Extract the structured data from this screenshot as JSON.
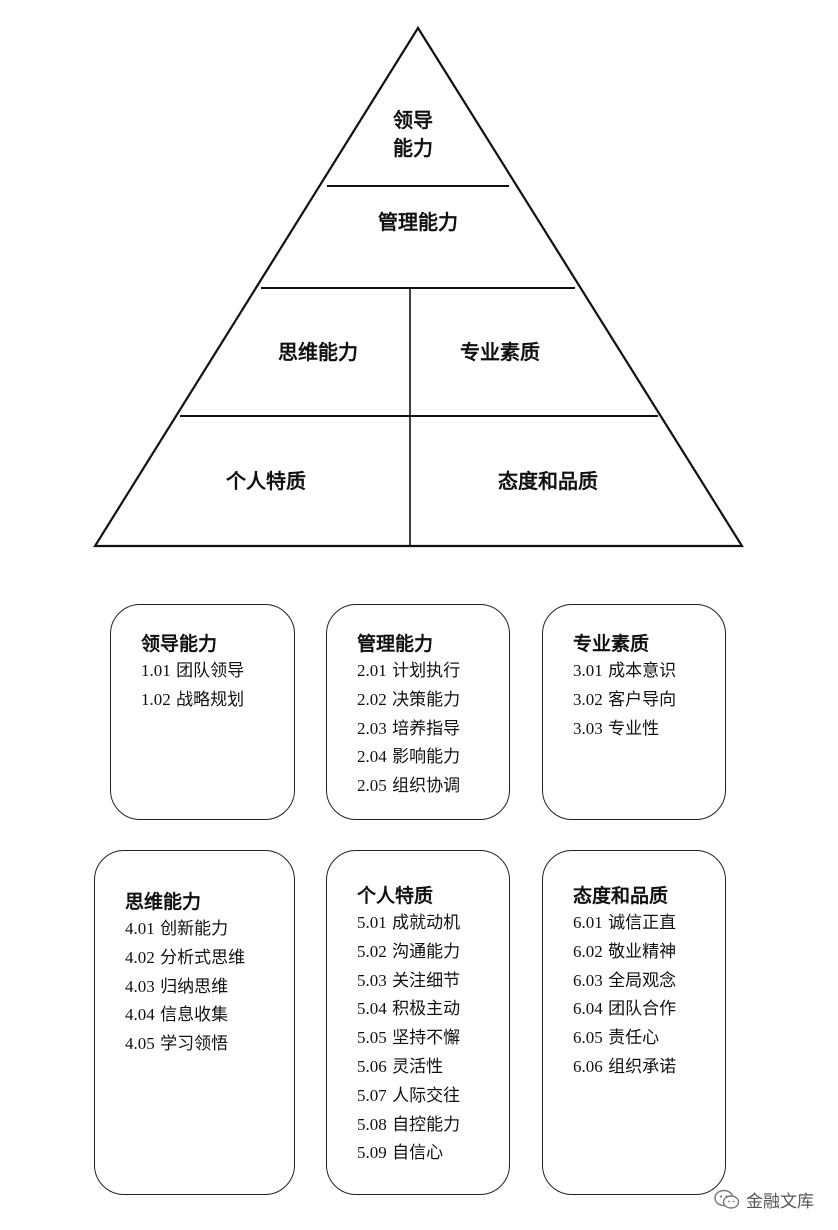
{
  "pyramid": {
    "top": [
      "领导",
      "能力"
    ],
    "level2": "管理能力",
    "level3_left": "思维能力",
    "level3_right": "专业素质",
    "level4_left": "个人特质",
    "level4_right": "态度和品质"
  },
  "cards": [
    {
      "title": "领导能力",
      "items": [
        {
          "code": "1.01",
          "text": "团队领导"
        },
        {
          "code": "1.02",
          "text": "战略规划"
        }
      ]
    },
    {
      "title": "管理能力",
      "items": [
        {
          "code": "2.01",
          "text": "计划执行"
        },
        {
          "code": "2.02",
          "text": "决策能力"
        },
        {
          "code": "2.03",
          "text": "培养指导"
        },
        {
          "code": "2.04",
          "text": " 影响能力"
        },
        {
          "code": "2.05",
          "text": "组织协调"
        }
      ]
    },
    {
      "title": "专业素质",
      "items": [
        {
          "code": "3.01",
          "text": "成本意识"
        },
        {
          "code": "3.02",
          "text": "客户导向"
        },
        {
          "code": "3.03",
          "text": "专业性"
        }
      ]
    },
    {
      "title": "思维能力",
      "items": [
        {
          "code": "4.01",
          "text": "创新能力"
        },
        {
          "code": "4.02",
          "text": "分析式思维"
        },
        {
          "code": "4.03",
          "text": "归纳思维"
        },
        {
          "code": "4.04",
          "text": "信息收集"
        },
        {
          "code": "4.05",
          "text": "学习领悟"
        }
      ]
    },
    {
      "title": "个人特质",
      "items": [
        {
          "code": "5.01",
          "text": "成就动机"
        },
        {
          "code": "5.02",
          "text": "沟通能力"
        },
        {
          "code": "5.03",
          "text": "关注细节"
        },
        {
          "code": "5.04",
          "text": "积极主动"
        },
        {
          "code": "5.05",
          "text": "坚持不懈"
        },
        {
          "code": "5.06",
          "text": "灵活性"
        },
        {
          "code": "5.07",
          "text": "人际交往"
        },
        {
          "code": "5.08",
          "text": "自控能力"
        },
        {
          "code": "5.09",
          "text": "自信心"
        }
      ]
    },
    {
      "title": "态度和品质",
      "items": [
        {
          "code": "6.01",
          "text": "诚信正直"
        },
        {
          "code": "6.02",
          "text": "敬业精神"
        },
        {
          "code": "6.03",
          "text": "全局观念"
        },
        {
          "code": "6.04",
          "text": "团队合作"
        },
        {
          "code": "6.05",
          "text": "责任心"
        },
        {
          "code": "6.06",
          "text": "组织承诺"
        }
      ]
    }
  ],
  "watermark": {
    "text": "金融文库",
    "icon": "wechat-icon"
  }
}
